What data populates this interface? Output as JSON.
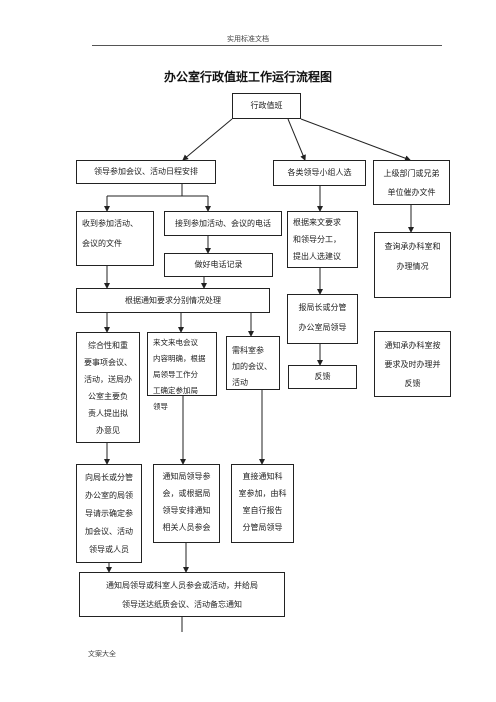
{
  "header": {
    "text": "实用标准文档"
  },
  "title": "办公室行政值班工作运行流程图",
  "footer": {
    "text": "文案大全"
  },
  "nodes": {
    "root": "行政值班",
    "leader_schedule": "领导参加会议、活动日程安排",
    "group_select": "各类领导小组人选",
    "upper_dept": "上级部门或兄弟\n单位催办文件",
    "received_docs": "收到参加活动、\n会议的文件",
    "received_call": "接到参加活动、会议的电话",
    "based_on_docs": "根据来文要求\n和领导分工，\n提出人选建议",
    "check_office": "查询承办科室和\n办理情况",
    "phone_record": "做好电话记录",
    "handle_by_notice": "根据通知要求分别情况处理",
    "report_leader": "报局长或分管\n办公室局领导",
    "comprehensive": "综合性和重\n要事项会议、\n活动，送局办\n公室主要负\n责人提出拟\n办意见",
    "incoming_clear": "来文来电会议\n内容明确，根据\n局领导工作分\n工确定参加局\n领导",
    "dept_attend": "需科室参\n加的会议、\n活动",
    "feedback": "反馈",
    "notify_handle": "通知承办科室按\n要求及时办理并\n反馈",
    "request_leader": "向局长或分管\n办公室的局领\n导请示确定参\n加会议、活动\n领导或人员",
    "notify_bureau": "通知局领导参\n会，或根据局\n领导安排通知\n相关人员参会",
    "direct_notify": "直接通知科\n室参加，由科\n室自行报告\n分管局领导",
    "final_notify": "通知局领导或科室人员参会或活动，并给局\n领导送达纸质会议、活动备忘通知"
  }
}
